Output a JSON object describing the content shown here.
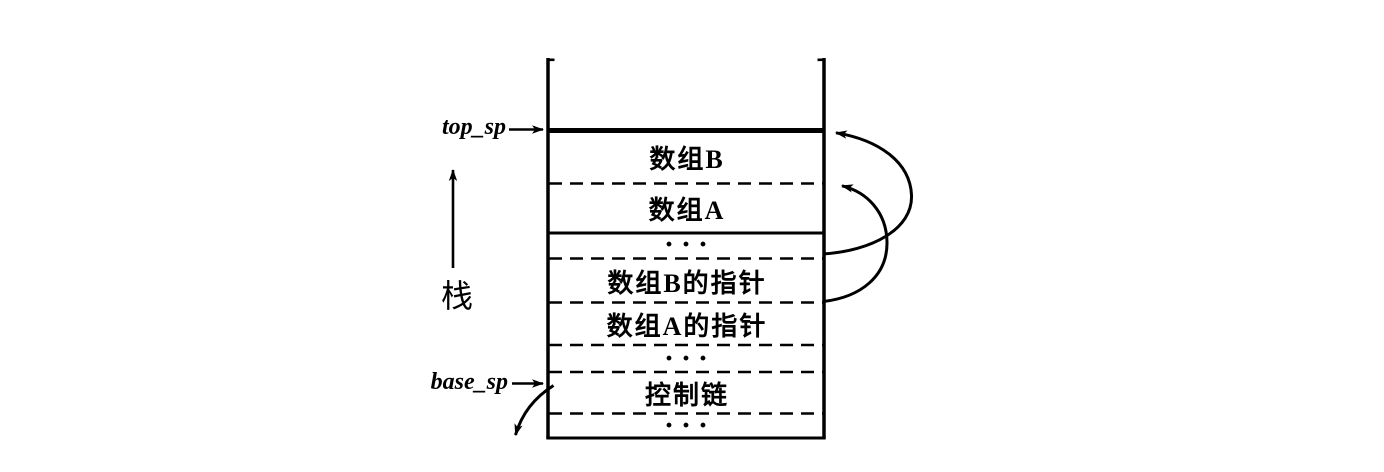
{
  "figure": {
    "stack_axis": {
      "label": "栈"
    },
    "registers": {
      "top": "top_sp",
      "base": "base_sp"
    },
    "cells": [
      {
        "label": "数组B"
      },
      {
        "label": "数组A"
      },
      {
        "label": "···"
      },
      {
        "label": "数组B的指针"
      },
      {
        "label": "数组A的指针"
      },
      {
        "label": "···"
      },
      {
        "label": "控制链"
      },
      {
        "label": "···"
      }
    ],
    "colors": {
      "ink": "#000000",
      "background": "#ffffff"
    }
  }
}
